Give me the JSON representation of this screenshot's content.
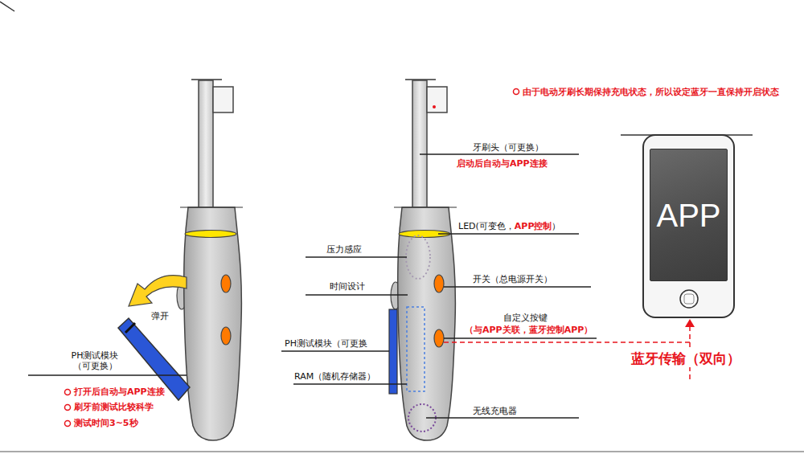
{
  "diagram": {
    "nodes": [
      {
        "text": [
          "APP"
        ]
      }
    ],
    "labels": [
      "弹开",
      "PH测试模块 （可更换）",
      "打开后自动与APP连接",
      "刷牙前测试比较科学",
      "测试时间3~5秒",
      "压力感应",
      "时间设计",
      "PH测试模块（可更换",
      "RAM（随机存储器）",
      "牙刷头（可更换）",
      "启动后自动与APP连接",
      "LED(可变色，",
      "APP控制",
      "）",
      "开关（总电源开关）",
      "自定义按键",
      "（与APP关联，蓝牙控制APP）",
      "无线充电器",
      "由于电动牙刷长期保持充电状态，所以设定蓝牙一直保持开启状态",
      "蓝牙传输（双向）"
    ]
  }
}
